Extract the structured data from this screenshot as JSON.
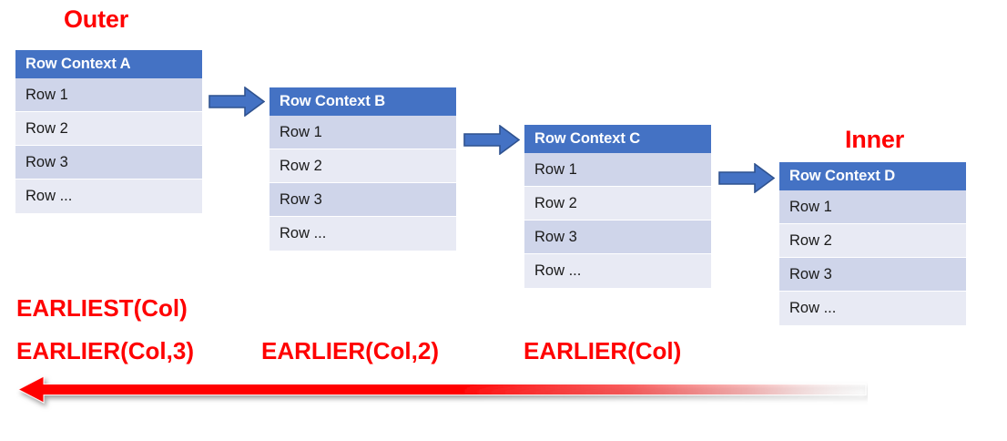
{
  "diagram": {
    "title_labels": {
      "outer": "Outer",
      "inner": "Inner"
    },
    "accent_colors": {
      "header_blue": "#4472C4",
      "row_dark": "#CFD5EA",
      "row_light": "#E8EAF4",
      "label_red": "#FF0000",
      "arrow_blue_fill": "#4472C4",
      "arrow_blue_stroke": "#2F528F",
      "arrow_red": "#FF0000"
    },
    "tables": [
      {
        "header": "Row Context A",
        "rows": [
          "Row 1",
          "Row 2",
          "Row 3",
          "Row ..."
        ]
      },
      {
        "header": "Row Context B",
        "rows": [
          "Row 1",
          "Row 2",
          "Row 3",
          "Row ..."
        ]
      },
      {
        "header": "Row Context C",
        "rows": [
          "Row 1",
          "Row 2",
          "Row 3",
          "Row ..."
        ]
      },
      {
        "header": "Row Context D",
        "rows": [
          "Row 1",
          "Row 2",
          "Row 3",
          "Row ..."
        ]
      }
    ],
    "connectors": [
      {
        "name": "arrow-a-to-b",
        "direction": "right"
      },
      {
        "name": "arrow-b-to-c",
        "direction": "right"
      },
      {
        "name": "arrow-c-to-d",
        "direction": "right"
      }
    ],
    "formulas": [
      {
        "text": "EARLIEST(Col)"
      },
      {
        "text": "EARLIER(Col,3)"
      },
      {
        "text": "EARLIER(Col,2)"
      },
      {
        "text": "EARLIER(Col)"
      }
    ],
    "direction_arrow": {
      "name": "inner-to-outer-arrow",
      "direction": "left"
    }
  }
}
